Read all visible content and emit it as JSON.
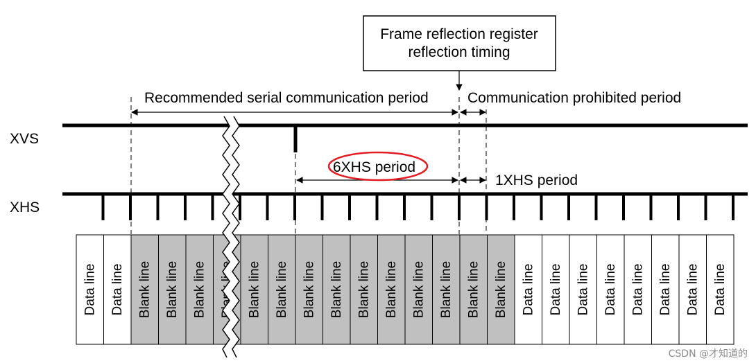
{
  "register_box": {
    "line1": "Frame reflection register",
    "line2": "reflection timing"
  },
  "periods": {
    "recommended": "Recommended serial communication period",
    "prohibited": "Communication prohibited period",
    "six_xhs": "6XHS period",
    "one_xhs": "1XHS period"
  },
  "signals": {
    "xvs": "XVS",
    "xhs": "XHS"
  },
  "cells": [
    {
      "label": "Data line",
      "type": "data"
    },
    {
      "label": "Data line",
      "type": "data"
    },
    {
      "label": "Blank line",
      "type": "blank"
    },
    {
      "label": "Blank line",
      "type": "blank"
    },
    {
      "label": "Blank line",
      "type": "blank"
    },
    {
      "label": "Blank line",
      "type": "blank"
    },
    {
      "label": "Blank line",
      "type": "blank"
    },
    {
      "label": "Blank line",
      "type": "blank"
    },
    {
      "label": "Blank line",
      "type": "blank"
    },
    {
      "label": "Blank line",
      "type": "blank"
    },
    {
      "label": "Blank line",
      "type": "blank"
    },
    {
      "label": "Blank line",
      "type": "blank"
    },
    {
      "label": "Blank line",
      "type": "blank"
    },
    {
      "label": "Blank line",
      "type": "blank"
    },
    {
      "label": "Blank line",
      "type": "blank"
    },
    {
      "label": "Blank line",
      "type": "blank"
    },
    {
      "label": "Data line",
      "type": "data"
    },
    {
      "label": "Data line",
      "type": "data"
    },
    {
      "label": "Data line",
      "type": "data"
    },
    {
      "label": "Data line",
      "type": "data"
    },
    {
      "label": "Data line",
      "type": "data"
    },
    {
      "label": "Data line",
      "type": "data"
    },
    {
      "label": "Data line",
      "type": "data"
    },
    {
      "label": "Data line",
      "type": "data"
    }
  ],
  "colors": {
    "blank_fill": "#c0c0c0",
    "data_fill": "#ffffff",
    "highlight": "#e31b23"
  },
  "watermark": "CSDN @才知道的"
}
